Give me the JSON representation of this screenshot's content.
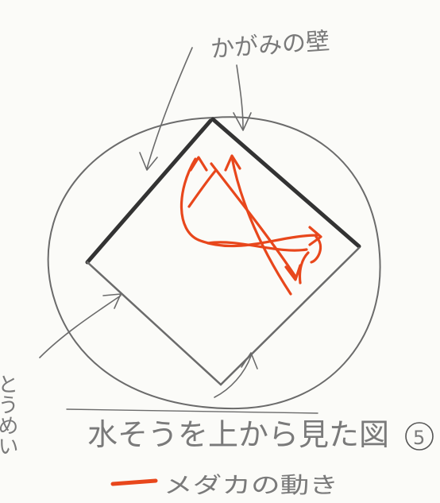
{
  "labels": {
    "mirror_wall": "かがみの壁",
    "caption": "水そうを上から見た図",
    "caption_number": "5",
    "side_text": "とうめい",
    "legend_text": "メダカの動き"
  },
  "colors": {
    "pencil": "#333333",
    "pencil_soft": "#6b6b6b",
    "medaka_path": "#e8471c",
    "paper": "#fbfbf8"
  }
}
